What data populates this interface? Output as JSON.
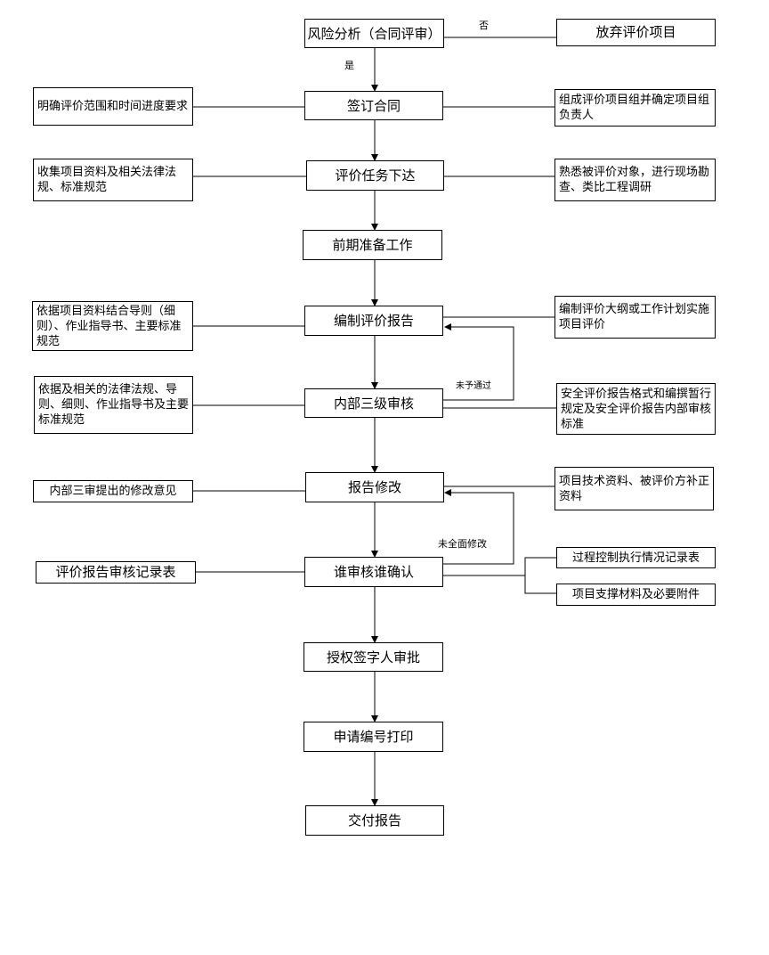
{
  "main": {
    "risk": "风险分析（合同评审）",
    "contract": "签订合同",
    "task": "评价任务下达",
    "prep": "前期准备工作",
    "compile": "编制评价报告",
    "audit": "内部三级审核",
    "revise": "报告修改",
    "confirm": "谁审核谁确认",
    "approve": "授权签字人审批",
    "print": "申请编号打印",
    "deliver": "交付报告"
  },
  "right": {
    "abandon": "放弃评价项目",
    "team": "组成评价项目组并确定项目组负责人",
    "survey": "熟悉被评价对象，进行现场勘查、类比工程调研",
    "outline": "编制评价大纲或工作计划实施项目评价",
    "standard": "安全评价报告格式和编撰暂行规定及安全评价报告内部审核标准",
    "supplement": "项目技术资料、被评价方补正资料",
    "process": "过程控制执行情况记录表",
    "materials": "项目支撑材料及必要附件"
  },
  "left": {
    "scope": "明确评价范围和时间进度要求",
    "collect": "收集项目资料及相关法律法规、标准规范",
    "guide": "依据项目资料结合导则（细则）、作业指导书、主要标准规范",
    "laws": "依据及相关的法律法规、导则、细则、作业指导书及主要标准规范",
    "opinions": "内部三审提出的修改意见",
    "record": "评价报告审核记录表"
  },
  "labels": {
    "no": "否",
    "yes": "是",
    "fail": "未予通过",
    "incomplete": "未全面修改"
  }
}
